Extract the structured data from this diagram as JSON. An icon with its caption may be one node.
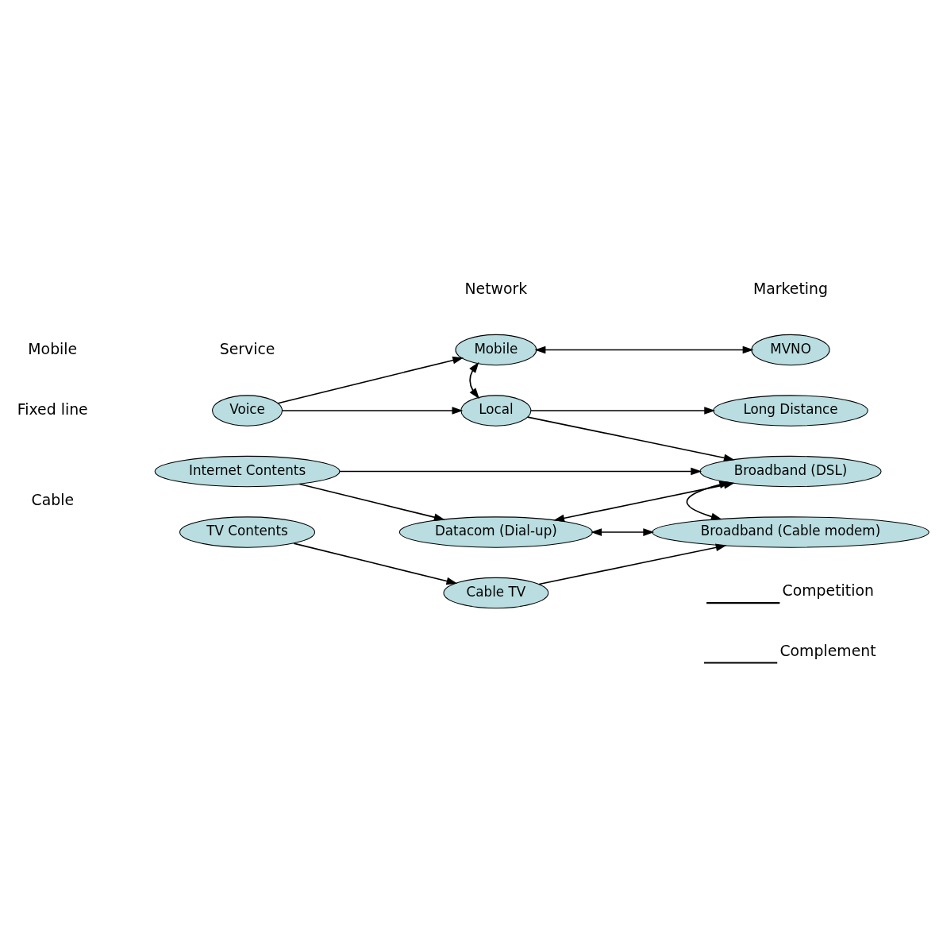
{
  "diagram": {
    "nodes": [
      {
        "text": [
          "Mobile"
        ]
      },
      {
        "text": [
          "MVNO"
        ]
      },
      {
        "text": [
          "Voice"
        ]
      },
      {
        "text": [
          "Long Distance"
        ]
      },
      {
        "text": [
          "Local"
        ]
      },
      {
        "text": [
          "Broadband (DSL)"
        ]
      },
      {
        "text": [
          "Internet Contents"
        ]
      },
      {
        "text": [
          "Datacom (Dial-up)"
        ]
      },
      {
        "text": [
          "TV Contents"
        ]
      },
      {
        "text": [
          "Cable TV"
        ]
      },
      {
        "text": [
          "Broadband (Cable modem)"
        ]
      }
    ],
    "edges": [
      {
        "from": 0,
        "to": 1,
        "arrow": "both"
      },
      {
        "from": 2,
        "to": 0,
        "arrow": "to"
      },
      {
        "from": 0,
        "to": 4,
        "arrow": "both"
      },
      {
        "from": 2,
        "to": 4,
        "arrow": "to"
      },
      {
        "from": 4,
        "to": 3,
        "arrow": "to"
      },
      {
        "from": 4,
        "to": 5,
        "arrow": "to"
      },
      {
        "from": 6,
        "to": 5,
        "arrow": "to"
      },
      {
        "from": 6,
        "to": 7,
        "arrow": "to"
      },
      {
        "from": 5,
        "to": 7,
        "arrow": "both"
      },
      {
        "from": 5,
        "to": 10,
        "arrow": "both"
      },
      {
        "from": 7,
        "to": 10,
        "arrow": "both"
      },
      {
        "from": 8,
        "to": 9,
        "arrow": "to"
      },
      {
        "from": 9,
        "to": 10,
        "arrow": "to"
      }
    ],
    "labels": [
      "Service",
      "Network",
      "Marketing",
      "Mobile",
      "Fixed line",
      "Cable"
    ],
    "legend": [
      {
        "text": "Competition"
      },
      {
        "text": "Complement"
      }
    ]
  }
}
